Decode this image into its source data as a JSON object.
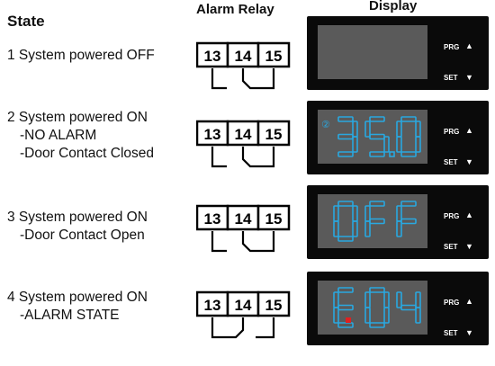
{
  "headers": {
    "state": "State",
    "relay": "Alarm Relay",
    "display": "Display"
  },
  "relay_terminals": [
    "13",
    "14",
    "15"
  ],
  "display_buttons": {
    "prg": "PRG",
    "set": "SET"
  },
  "colors": {
    "segment": "#29a8e0",
    "screen": "#5a5a5a",
    "panel": "#0a0a0a",
    "alarm_dot": "#e02020"
  },
  "states": [
    {
      "lines": [
        "1 System powered OFF"
      ],
      "display_text": "",
      "contact": "14-15"
    },
    {
      "lines": [
        "2 System powered ON",
        "-NO ALARM",
        "-Door Contact Closed"
      ],
      "display_text": "35.0",
      "contact": "14-15",
      "icon": "②"
    },
    {
      "lines": [
        "3 System powered ON",
        "-Door Contact Open"
      ],
      "display_text": "OFF",
      "contact": "14-15"
    },
    {
      "lines": [
        "4 System powered ON",
        "-ALARM STATE"
      ],
      "display_text": "E04",
      "contact": "13-14"
    }
  ]
}
